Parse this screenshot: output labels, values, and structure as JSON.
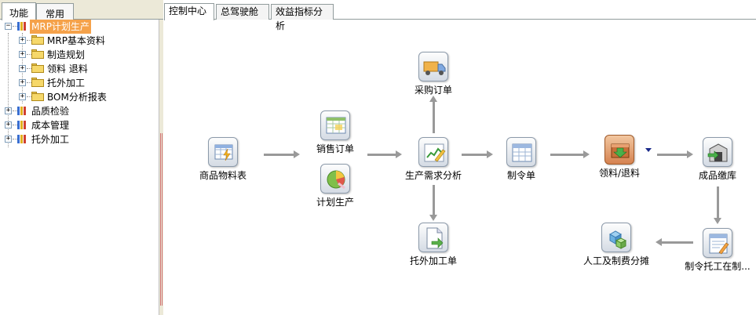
{
  "left_panel": {
    "tabs": [
      {
        "label": "功能",
        "active": true
      },
      {
        "label": "常用",
        "active": false
      }
    ],
    "tree": [
      {
        "label": "MRP计划生产",
        "expander": "−",
        "icon": "book-icon",
        "selected": true,
        "children": [
          {
            "label": "MRP基本资料",
            "expander": "+"
          },
          {
            "label": "制造规划",
            "expander": "+"
          },
          {
            "label": "领料 退料",
            "expander": "+"
          },
          {
            "label": "托外加工",
            "expander": "+"
          },
          {
            "label": "BOM分析报表",
            "expander": "+"
          }
        ]
      },
      {
        "label": "品质检验",
        "expander": "+",
        "icon": "book-icon",
        "selected": false
      },
      {
        "label": "成本管理",
        "expander": "+",
        "icon": "book-icon",
        "selected": false
      },
      {
        "label": "托外加工",
        "expander": "+",
        "icon": "book-icon",
        "selected": false
      }
    ]
  },
  "right_panel": {
    "tabs": [
      {
        "label": "控制中心",
        "active": true
      },
      {
        "label": "总驾驶舱",
        "active": false
      },
      {
        "label": "效益指标分析",
        "active": false
      }
    ],
    "flow": {
      "bom": {
        "label": "商品物料表",
        "icon": "grid-lightning-icon"
      },
      "sales_order": {
        "label": "销售订单",
        "icon": "grid-edit-icon"
      },
      "plan_production": {
        "label": "计划生产",
        "icon": "pie-chart-icon"
      },
      "purchase_order": {
        "label": "采购订单",
        "icon": "truck-icon"
      },
      "demand_analysis": {
        "label": "生产需求分析",
        "icon": "chart-pencil-icon"
      },
      "outsourcing_order": {
        "label": "托外加工单",
        "icon": "document-arrow-icon"
      },
      "work_order": {
        "label": "制令单",
        "icon": "table-icon"
      },
      "material_issue": {
        "label": "领料/退料",
        "icon": "box-down-icon"
      },
      "finished_goods": {
        "label": "成品缴库",
        "icon": "warehouse-icon"
      },
      "order_outsource_process": {
        "label": "制令托工在制...",
        "icon": "doc-pencil-icon"
      },
      "labor_overhead": {
        "label": "人工及制费分摊",
        "icon": "cubes-icon"
      }
    },
    "colors": {
      "arrow": "#999999",
      "selected_bg": "#f5a24a"
    }
  }
}
